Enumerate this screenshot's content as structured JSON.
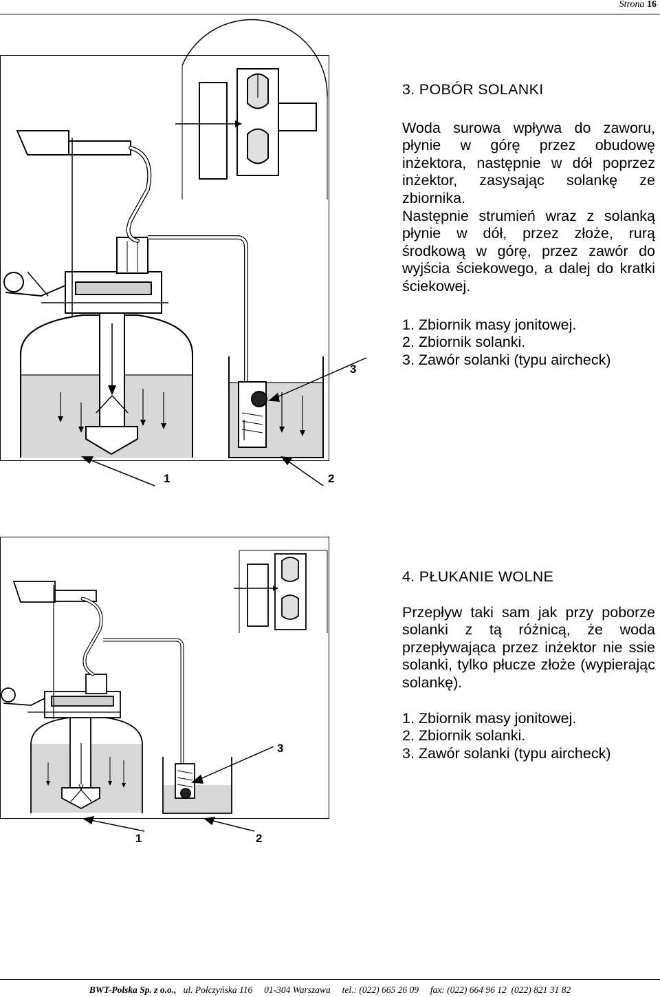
{
  "header": {
    "page_label": "Strona",
    "page_number": "16"
  },
  "panels": [
    {
      "title": "3.  POBÓR SOLANKI",
      "paragraphs": [
        "Woda surowa wpływa do zaworu, płynie w górę przez obudowę inżektora, następnie w dół  poprzez inżektor, zasysając solankę ze zbiornika.",
        "Następnie strumień wraz z solanką płynie w dół, przez złoże, rurą środkową w górę, przez zawór do wyjścia ściekowego, a dalej do kratki ściekowej."
      ],
      "legend": [
        "1. Zbiornik masy jonitowej.",
        "2. Zbiornik solanki.",
        "3. Zawór solanki (typu aircheck)"
      ],
      "callouts": [
        "3",
        "1",
        "2"
      ]
    },
    {
      "title": "4.  PŁUKANIE WOLNE",
      "paragraphs": [
        "Przepływ taki sam jak przy poborze solanki z tą różnicą, że woda przepływająca przez inżektor nie ssie solanki, tylko płucze złoże (wypierając solankę)."
      ],
      "legend": [
        "1. Zbiornik masy jonitowej.",
        "2. Zbiornik solanki.",
        "3. Zawór solanki (typu aircheck)"
      ],
      "callouts": [
        "3",
        "1",
        "2"
      ]
    }
  ],
  "footer": {
    "company": "BWT-Polska Sp. z o.o.,",
    "address": "ul. Połczyńska 116     01-304 Warszawa",
    "phone": "tel.: (022) 665 26 09",
    "fax": "fax: (022) 664 96 12  (022) 821 31 82"
  }
}
